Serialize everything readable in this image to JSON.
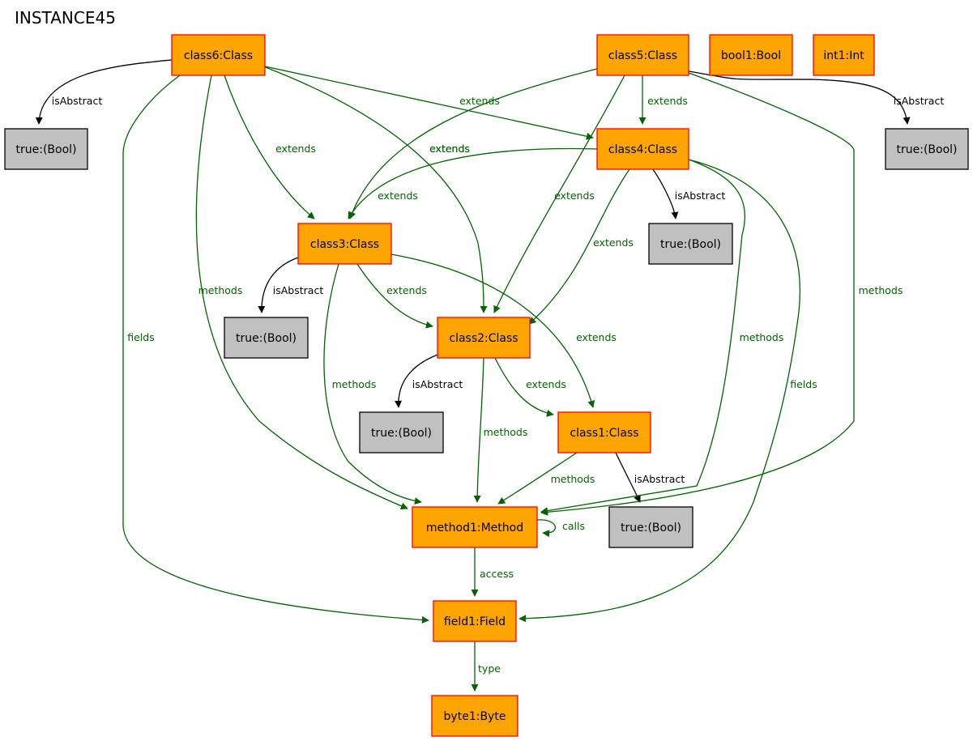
{
  "title": "INSTANCE45",
  "colors": {
    "object_fill": "#ffa500",
    "object_stroke": "#ff0000",
    "value_fill": "#c0c0c0",
    "value_stroke": "#000000",
    "green_edge": "#006400",
    "black_edge": "#000000"
  },
  "nodes": [
    {
      "id": "class6",
      "label": "class6:Class",
      "kind": "object"
    },
    {
      "id": "class5",
      "label": "class5:Class",
      "kind": "object"
    },
    {
      "id": "bool1",
      "label": "bool1:Bool",
      "kind": "object"
    },
    {
      "id": "int1",
      "label": "int1:Int",
      "kind": "object"
    },
    {
      "id": "class4",
      "label": "class4:Class",
      "kind": "object"
    },
    {
      "id": "class3",
      "label": "class3:Class",
      "kind": "object"
    },
    {
      "id": "class2",
      "label": "class2:Class",
      "kind": "object"
    },
    {
      "id": "class1",
      "label": "class1:Class",
      "kind": "object"
    },
    {
      "id": "method1",
      "label": "method1:Method",
      "kind": "object"
    },
    {
      "id": "field1",
      "label": "field1:Field",
      "kind": "object"
    },
    {
      "id": "byte1",
      "label": "byte1:Byte",
      "kind": "object"
    },
    {
      "id": "t6",
      "label": "true:(Bool)",
      "kind": "value"
    },
    {
      "id": "t5",
      "label": "true:(Bool)",
      "kind": "value"
    },
    {
      "id": "t4",
      "label": "true:(Bool)",
      "kind": "value"
    },
    {
      "id": "t3",
      "label": "true:(Bool)",
      "kind": "value"
    },
    {
      "id": "t2",
      "label": "true:(Bool)",
      "kind": "value"
    },
    {
      "id": "t1",
      "label": "true:(Bool)",
      "kind": "value"
    }
  ],
  "edges": [
    {
      "id": "e01",
      "from": "class6",
      "to": "t6",
      "label": "isAbstract",
      "color": "black"
    },
    {
      "id": "e02",
      "from": "class5",
      "to": "t5",
      "label": "isAbstract",
      "color": "black"
    },
    {
      "id": "e03",
      "from": "class4",
      "to": "t4",
      "label": "isAbstract",
      "color": "black"
    },
    {
      "id": "e04",
      "from": "class3",
      "to": "t3",
      "label": "isAbstract",
      "color": "black"
    },
    {
      "id": "e05",
      "from": "class2",
      "to": "t2",
      "label": "isAbstract",
      "color": "black"
    },
    {
      "id": "e06",
      "from": "class1",
      "to": "t1",
      "label": "isAbstract",
      "color": "black"
    },
    {
      "id": "e07",
      "from": "class6",
      "to": "class3",
      "label": "extends",
      "color": "green"
    },
    {
      "id": "e08",
      "from": "class6",
      "to": "class2",
      "label": "extends",
      "color": "green"
    },
    {
      "id": "e09",
      "from": "class6",
      "to": "class4",
      "label": "extends",
      "color": "green"
    },
    {
      "id": "e10",
      "from": "class6",
      "to": "method1",
      "label": "methods",
      "color": "green"
    },
    {
      "id": "e11",
      "from": "class6",
      "to": "field1",
      "label": "fields",
      "color": "green"
    },
    {
      "id": "e12",
      "from": "class5",
      "to": "class4",
      "label": "extends",
      "color": "green"
    },
    {
      "id": "e13",
      "from": "class5",
      "to": "class3",
      "label": "extends",
      "color": "green"
    },
    {
      "id": "e14",
      "from": "class5",
      "to": "class2",
      "label": "extends",
      "color": "green"
    },
    {
      "id": "e15",
      "from": "class5",
      "to": "method1",
      "label": "methods",
      "color": "green"
    },
    {
      "id": "e16",
      "from": "class4",
      "to": "class3",
      "label": "extends",
      "color": "green"
    },
    {
      "id": "e17",
      "from": "class4",
      "to": "class2",
      "label": "extends",
      "color": "green"
    },
    {
      "id": "e18",
      "from": "class4",
      "to": "method1",
      "label": "methods",
      "color": "green"
    },
    {
      "id": "e19",
      "from": "class4",
      "to": "field1",
      "label": "fields",
      "color": "green"
    },
    {
      "id": "e20",
      "from": "class3",
      "to": "class2",
      "label": "extends",
      "color": "green"
    },
    {
      "id": "e21",
      "from": "class3",
      "to": "class1",
      "label": "extends",
      "color": "green"
    },
    {
      "id": "e22",
      "from": "class3",
      "to": "method1",
      "label": "methods",
      "color": "green"
    },
    {
      "id": "e23",
      "from": "class2",
      "to": "class1",
      "label": "extends",
      "color": "green"
    },
    {
      "id": "e24",
      "from": "class2",
      "to": "method1",
      "label": "methods",
      "color": "green"
    },
    {
      "id": "e25",
      "from": "class1",
      "to": "method1",
      "label": "methods",
      "color": "green"
    },
    {
      "id": "e26",
      "from": "method1",
      "to": "method1",
      "label": "calls",
      "color": "green"
    },
    {
      "id": "e27",
      "from": "method1",
      "to": "field1",
      "label": "access",
      "color": "green"
    },
    {
      "id": "e28",
      "from": "field1",
      "to": "byte1",
      "label": "type",
      "color": "green"
    }
  ]
}
